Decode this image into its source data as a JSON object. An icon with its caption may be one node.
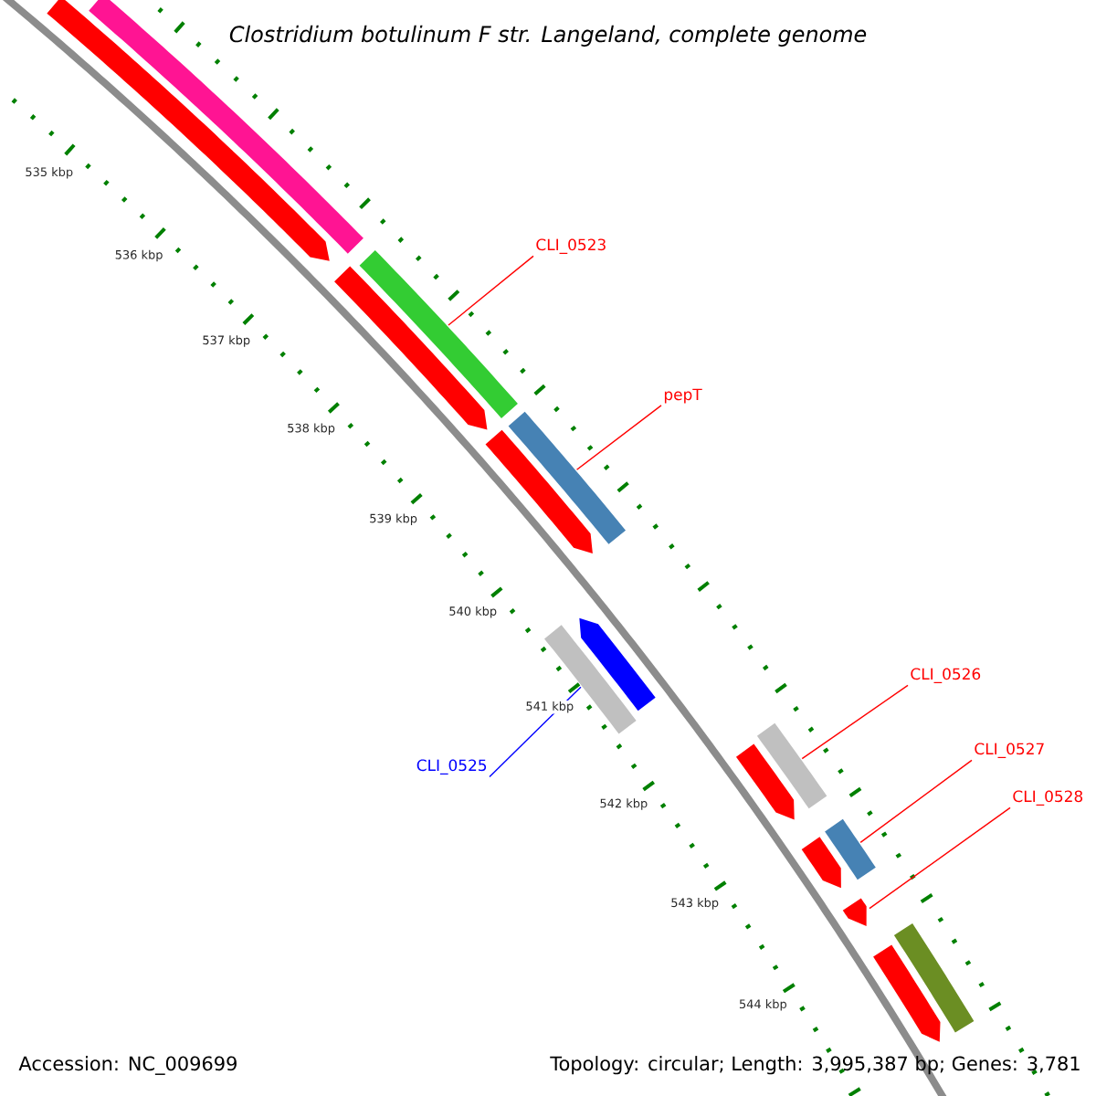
{
  "diagram": {
    "title": "Clostridium botulinum F str. Langeland, complete genome",
    "nodes": [
      {
        "text": [
          "CLI_0523"
        ]
      },
      {
        "text": [],
        "shape": "bar"
      },
      {
        "text": [
          "pepT"
        ]
      },
      {
        "text": [],
        "shape": "bar"
      },
      {
        "text": [
          "CLI_0526"
        ]
      },
      {
        "text": [],
        "shape": "bar"
      },
      {
        "text": [
          "CLI_0527"
        ]
      },
      {
        "text": [],
        "shape": "bar"
      },
      {
        "text": [
          "CLI_0525"
        ]
      },
      {
        "text": [],
        "shape": "bar"
      },
      {
        "text": [
          "CLI_0528"
        ]
      },
      {
        "text": [],
        "shape": "arrow"
      },
      {
        "text": [],
        "shape": "bar"
      },
      {
        "text": [],
        "shape": "arrow"
      },
      {
        "text": [],
        "shape": "arrow"
      },
      {
        "text": [],
        "shape": "arrow"
      },
      {
        "text": [],
        "shape": "arrow"
      },
      {
        "text": [],
        "shape": "arrow"
      },
      {
        "text": [],
        "shape": "arrow"
      },
      {
        "text": [],
        "shape": "arrow"
      },
      {
        "text": [],
        "shape": "bar"
      }
    ],
    "edges": [
      {
        "from": 0,
        "to": 1,
        "arrow": "none"
      },
      {
        "from": 2,
        "to": 3,
        "arrow": "none"
      },
      {
        "from": 4,
        "to": 5,
        "arrow": "none"
      },
      {
        "from": 6,
        "to": 7,
        "arrow": "none"
      },
      {
        "from": 8,
        "to": 9,
        "arrow": "none",
        "color": "#0000ff"
      },
      {
        "from": 10,
        "to": 11,
        "arrow": "none"
      }
    ],
    "labels": [
      "535 kbp",
      "536 kbp",
      "537 kbp",
      "538 kbp",
      "539 kbp",
      "540 kbp",
      "541 kbp",
      "542 kbp",
      "543 kbp",
      "544 kbp",
      "Accession: NC_009699",
      "Topology: circular; Length: 3,995,387 bp; Genes: 3,781"
    ]
  }
}
